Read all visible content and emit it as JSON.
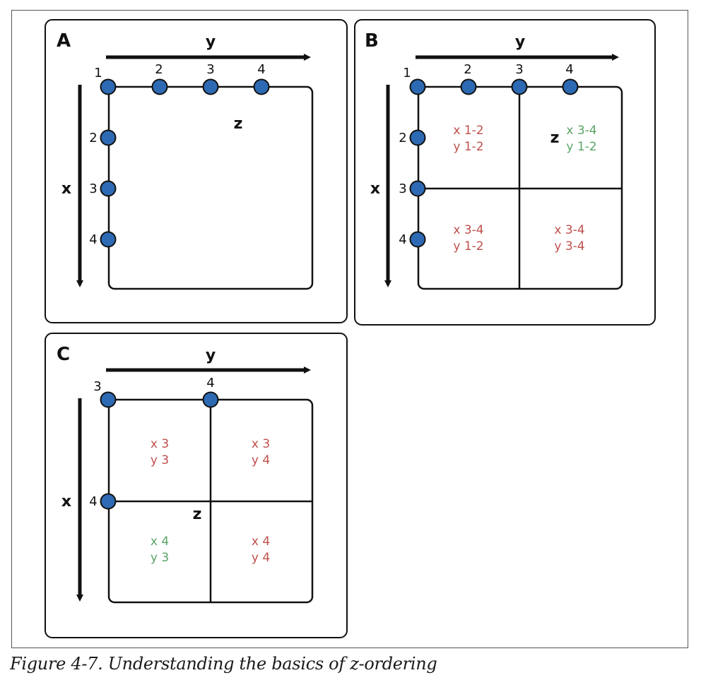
{
  "colors": {
    "node_fill": "#2d6ab3",
    "node_stroke": "#111111",
    "line": "#111111",
    "red_text": "#c0504d",
    "green_text": "#5aa466"
  },
  "caption": "Figure 4-7. Understanding the basics of z-ordering",
  "panels": [
    {
      "letter": "A",
      "y_axis_label": "y",
      "x_axis_label": "x",
      "z_label": "z",
      "top_ticks": [
        "1",
        "2",
        "3",
        "4"
      ],
      "left_ticks": [
        "2",
        "3",
        "4"
      ],
      "cells": []
    },
    {
      "letter": "B",
      "y_axis_label": "y",
      "x_axis_label": "x",
      "z_label": "z",
      "top_ticks": [
        "1",
        "2",
        "3",
        "4"
      ],
      "left_ticks": [
        "2",
        "3",
        "4"
      ],
      "cells": [
        {
          "line1": "x 1-2",
          "line2": "y 1-2",
          "color": "red"
        },
        {
          "line1": "x 3-4",
          "line2": "y 1-2",
          "color": "green"
        },
        {
          "line1": "x 3-4",
          "line2": "y 1-2",
          "color": "red"
        },
        {
          "line1": "x 3-4",
          "line2": "y 3-4",
          "color": "red"
        }
      ]
    },
    {
      "letter": "C",
      "y_axis_label": "y",
      "x_axis_label": "x",
      "z_label": "z",
      "top_ticks": [
        "3",
        "4"
      ],
      "left_ticks": [
        "4"
      ],
      "cells": [
        {
          "line1": "x 3",
          "line2": "y 3",
          "color": "red"
        },
        {
          "line1": "x 3",
          "line2": "y 4",
          "color": "red"
        },
        {
          "line1": "x 4",
          "line2": "y 3",
          "color": "green"
        },
        {
          "line1": "x 4",
          "line2": "y 4",
          "color": "red"
        }
      ]
    }
  ]
}
